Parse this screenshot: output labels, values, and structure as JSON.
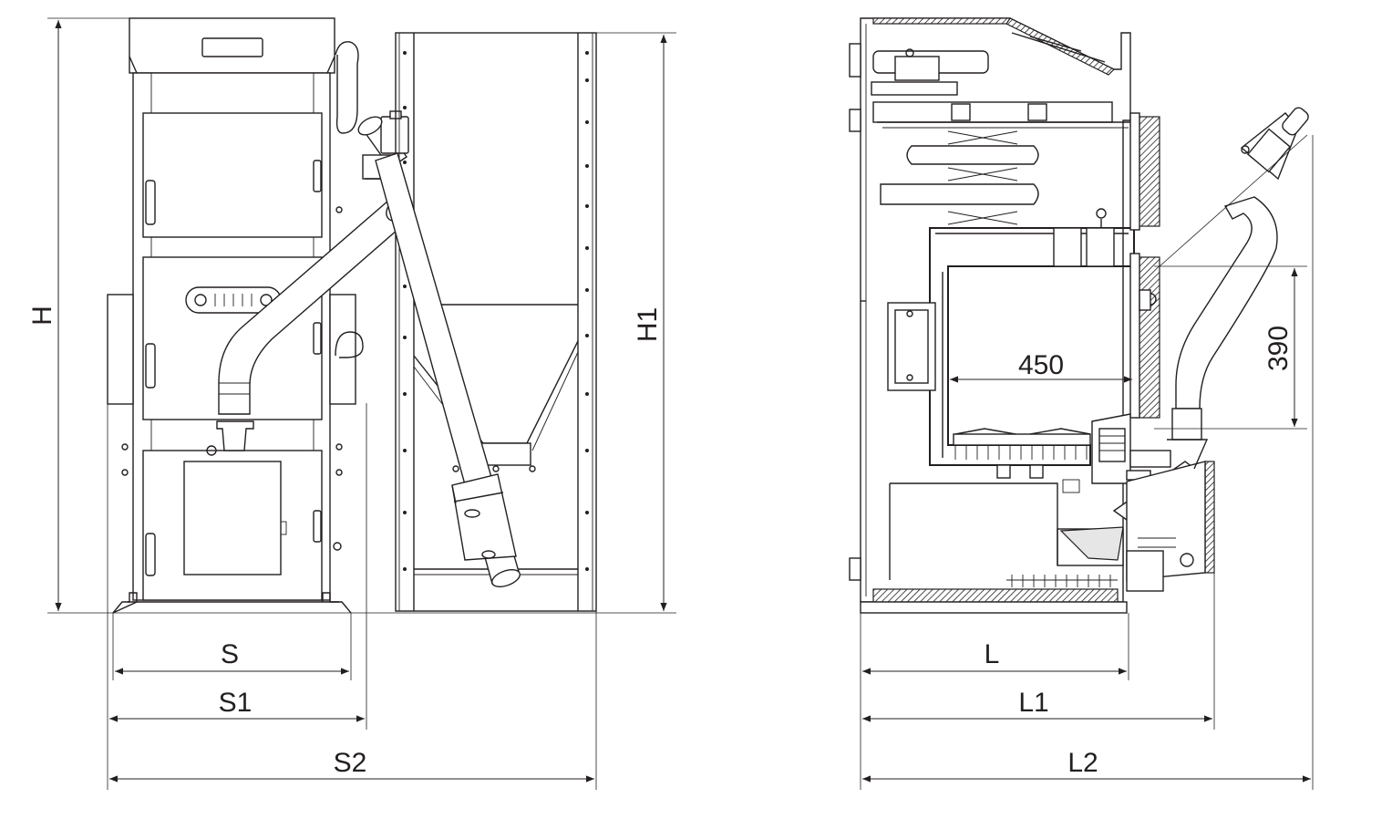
{
  "front_view": {
    "dimensions": {
      "H": "H",
      "H1": "H1",
      "S": "S",
      "S1": "S1",
      "S2": "S2"
    }
  },
  "side_view": {
    "dimensions": {
      "L": "L",
      "L1": "L1",
      "L2": "L2",
      "chamber_depth": "450",
      "opening_height": "390"
    }
  }
}
